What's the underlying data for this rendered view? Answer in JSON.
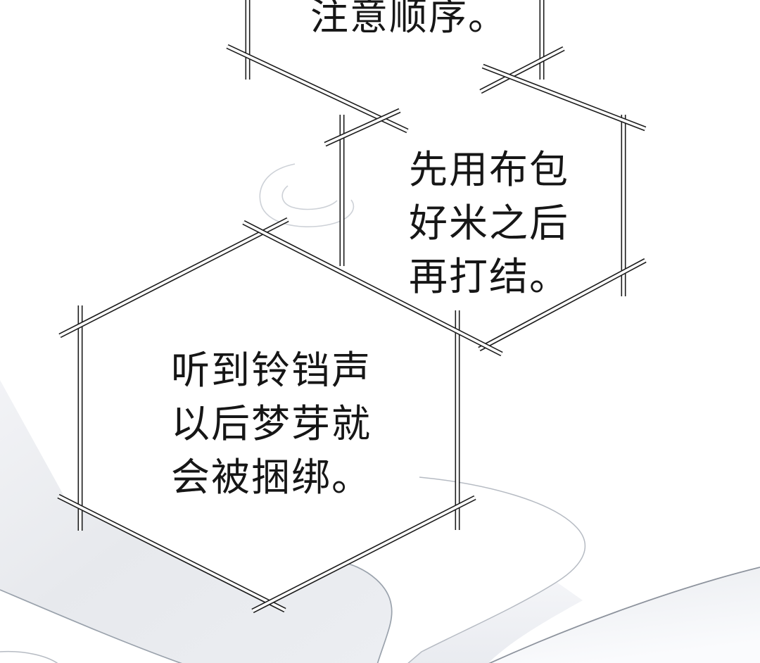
{
  "panel": {
    "kind": "comic-panel",
    "background": "#ffffff"
  },
  "bubbles": {
    "top": {
      "lines": [
        "注意顺序。"
      ]
    },
    "middle": {
      "lines": [
        "先用布包",
        "好米之后",
        "再打结。"
      ]
    },
    "bottom": {
      "lines": [
        "听到铃铛声",
        "以后梦芽就",
        "会被捆绑。"
      ]
    }
  },
  "colors": {
    "ink": "#1c1c1c",
    "text": "#161616",
    "wash": "#e7e9ed",
    "contour_dark": "#8d939d",
    "contour_mid": "#9aa2ac",
    "contour_light": "#b6bbc3",
    "swirl": "#cdd1d7",
    "background": "#ffffff"
  }
}
